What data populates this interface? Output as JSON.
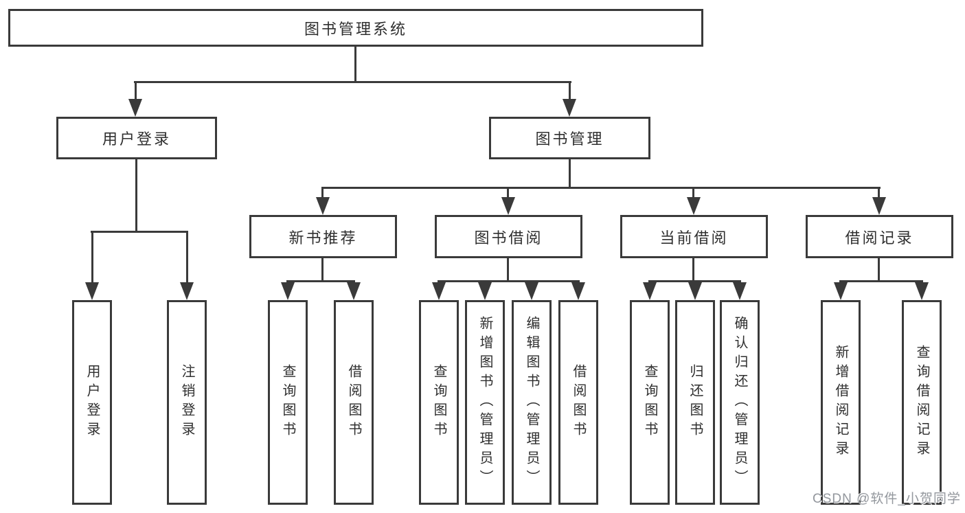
{
  "diagram": {
    "title": "图书管理系统",
    "branches": [
      {
        "label": "用户登录",
        "children": [
          {
            "label": "用户登录"
          },
          {
            "label": "注销登录"
          }
        ]
      },
      {
        "label": "图书管理",
        "children": [
          {
            "label": "新书推荐",
            "children": [
              {
                "label": "查询图书"
              },
              {
                "label": "借阅图书"
              }
            ]
          },
          {
            "label": "图书借阅",
            "children": [
              {
                "label": "查询图书"
              },
              {
                "label": "新增图书（管理员）"
              },
              {
                "label": "编辑图书（管理员）"
              },
              {
                "label": "借阅图书"
              }
            ]
          },
          {
            "label": "当前借阅",
            "children": [
              {
                "label": "查询图书"
              },
              {
                "label": "归还图书"
              },
              {
                "label": "确认归还（管理员）"
              }
            ]
          },
          {
            "label": "借阅记录",
            "children": [
              {
                "label": "新增借阅记录"
              },
              {
                "label": "查询借阅记录"
              }
            ]
          }
        ]
      }
    ]
  },
  "watermark": {
    "text": "CSDN @软件_小贺同学"
  },
  "colors": {
    "line": "#3a3a3a",
    "text": "#2f2f2f",
    "watermark": "#94989e",
    "background": "#ffffff"
  }
}
